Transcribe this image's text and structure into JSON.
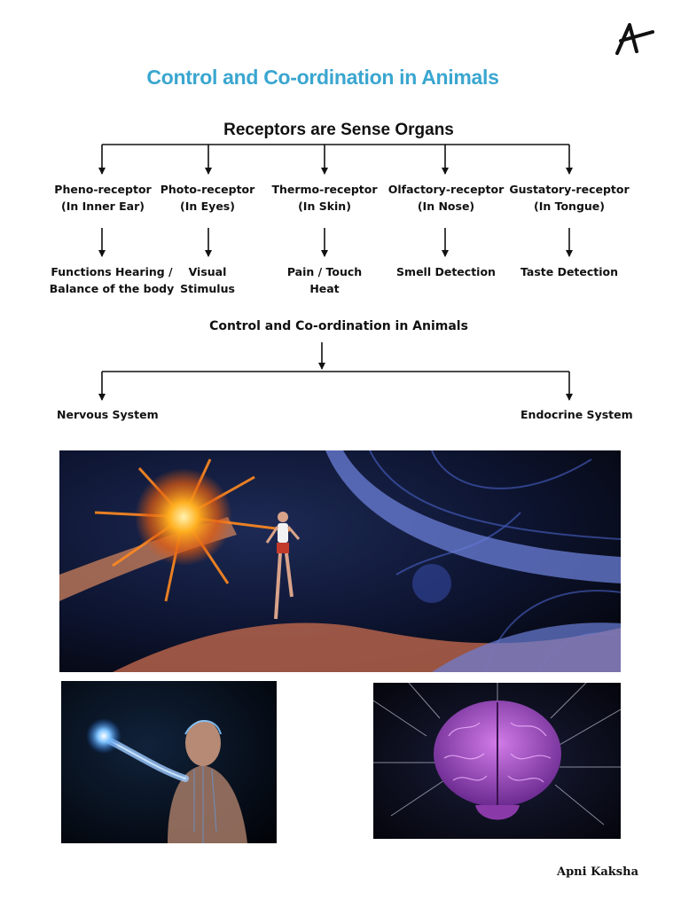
{
  "header": {
    "title": "Control and Co-ordination in Animals",
    "subtitle": "Receptors are Sense Organs"
  },
  "receptors": [
    {
      "name": "Pheno-receptor",
      "location": "(In Inner Ear)",
      "function_line1": "Functions Hearing /",
      "function_line2": "Balance of the body"
    },
    {
      "name": "Photo-receptor",
      "location": "(In Eyes)",
      "function_line1": "Visual",
      "function_line2": "Stimulus"
    },
    {
      "name": "Thermo-receptor",
      "location": "(In Skin)",
      "function_line1": "Pain / Touch",
      "function_line2": "Heat"
    },
    {
      "name": "Olfactory-receptor",
      "location": "(In Nose)",
      "function_line1": "Smell Detection",
      "function_line2": ""
    },
    {
      "name": "Gustatory-receptor",
      "location": "(In Tongue)",
      "function_line1": "Taste Detection",
      "function_line2": ""
    }
  ],
  "coordination": {
    "heading": "Control and Co-ordination in Animals",
    "left": "Nervous System",
    "right": "Endocrine System"
  },
  "images": {
    "neuron_runner": "neuron-runner-illustration",
    "glowing_human": "glowing-human-illustration",
    "brain": "brain-network-illustration"
  },
  "footer": {
    "brand": "Apni Kaksha"
  }
}
